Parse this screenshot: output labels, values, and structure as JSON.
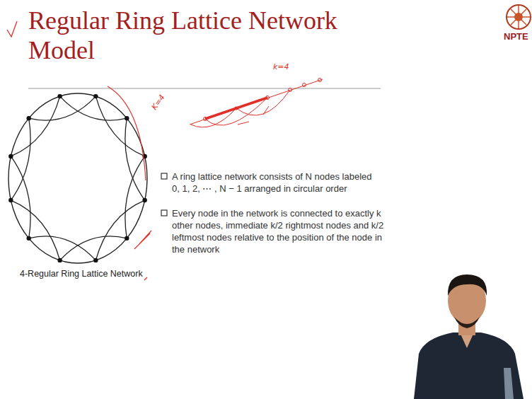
{
  "diagram": {
    "title": "Regular Ring Lattice Network Model",
    "caption": "4-Regular Ring Lattice Network",
    "labels": [
      "A ring lattice network consists of N nodes labeled 0, 1, 2, ⋯ , N − 1 arranged in circular order",
      "Every node in the network is connected to exactly k other nodes, immediate k/2 rightmost nodes and k/2 leftmost nodes relative to the position of the node in the network",
      "K=4",
      "k=4",
      "NPTE"
    ]
  }
}
